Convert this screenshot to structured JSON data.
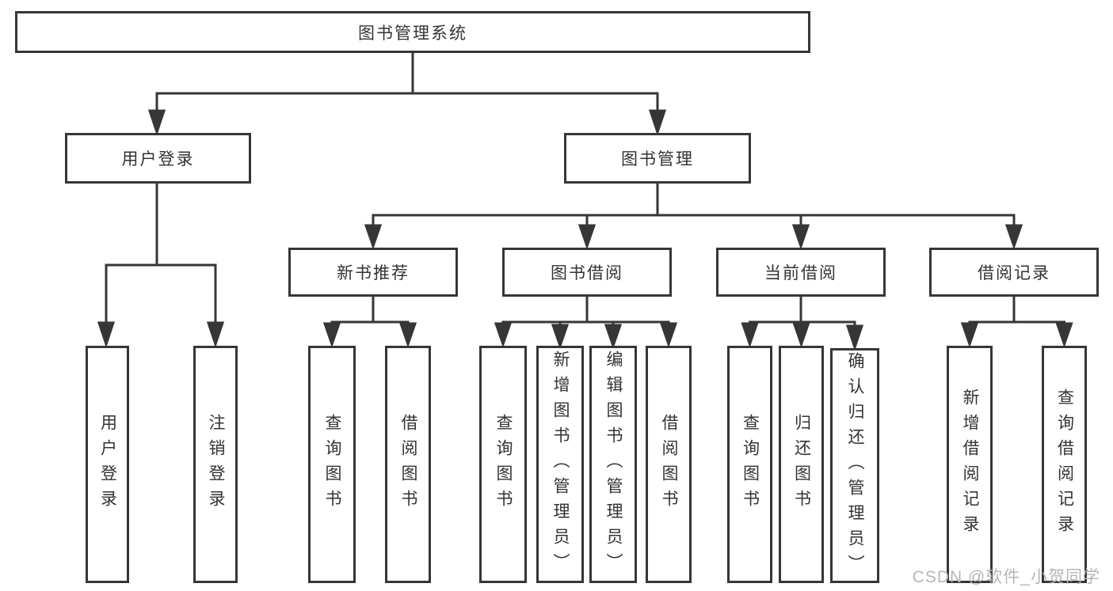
{
  "diagram": {
    "root": {
      "label": "图书管理系统"
    },
    "branches": [
      {
        "label": "用户登录"
      },
      {
        "label": "图书管理"
      }
    ],
    "modules": [
      {
        "label": "新书推荐"
      },
      {
        "label": "图书借阅"
      },
      {
        "label": "当前借阅"
      },
      {
        "label": "借阅记录"
      }
    ],
    "leaves": [
      {
        "label": "用户登录"
      },
      {
        "label": "注销登录"
      },
      {
        "label": "查询图书"
      },
      {
        "label": "借阅图书"
      },
      {
        "label": "查询图书"
      },
      {
        "label": "新增图书（管理员）"
      },
      {
        "label": "编辑图书（管理员）"
      },
      {
        "label": "借阅图书"
      },
      {
        "label": "查询图书"
      },
      {
        "label": "归还图书"
      },
      {
        "label": "确认归还（管理员）"
      },
      {
        "label": "新增借阅记录"
      },
      {
        "label": "查询借阅记录"
      }
    ]
  },
  "watermark": {
    "text": "CSDN @软件_小贺同学"
  },
  "colors": {
    "line": "#363636",
    "text": "#333333",
    "watermark": "#b6b6b6",
    "background": "#ffffff"
  }
}
